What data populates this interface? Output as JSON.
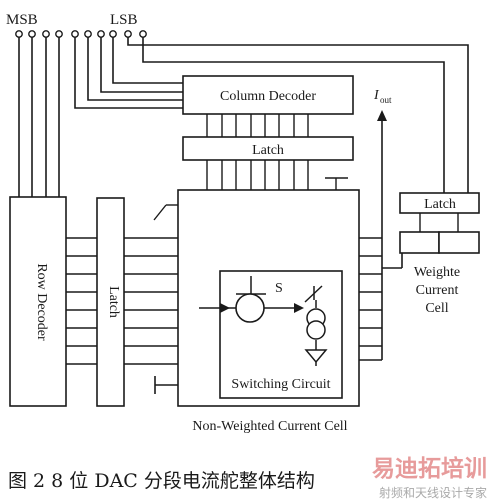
{
  "labels": {
    "msb": "MSB",
    "lsb": "LSB",
    "column_decoder": "Column Decoder",
    "latch_top": "Latch",
    "latch_left": "Latch",
    "row_decoder": "Row Decoder",
    "latch_right": "Latch",
    "iout_main": "I",
    "iout_sub": "out",
    "switch_label": "S",
    "switching_circuit": "Switching Circuit",
    "weighted_cell_line1": "Weighte",
    "weighted_cell_line2": "Current",
    "weighted_cell_line3": "Cell",
    "non_weighted_cell": "Non-Weighted Current Cell"
  },
  "caption": "图 2   8 位 DAC 分段电流舵整体结构",
  "watermark": {
    "main": "易迪拓培训",
    "sub": "射频和天线设计专家"
  },
  "colors": {
    "ink": "#1a1a1a",
    "watermark_red": "#e07f7f",
    "watermark_gray": "#9a9a9a"
  }
}
